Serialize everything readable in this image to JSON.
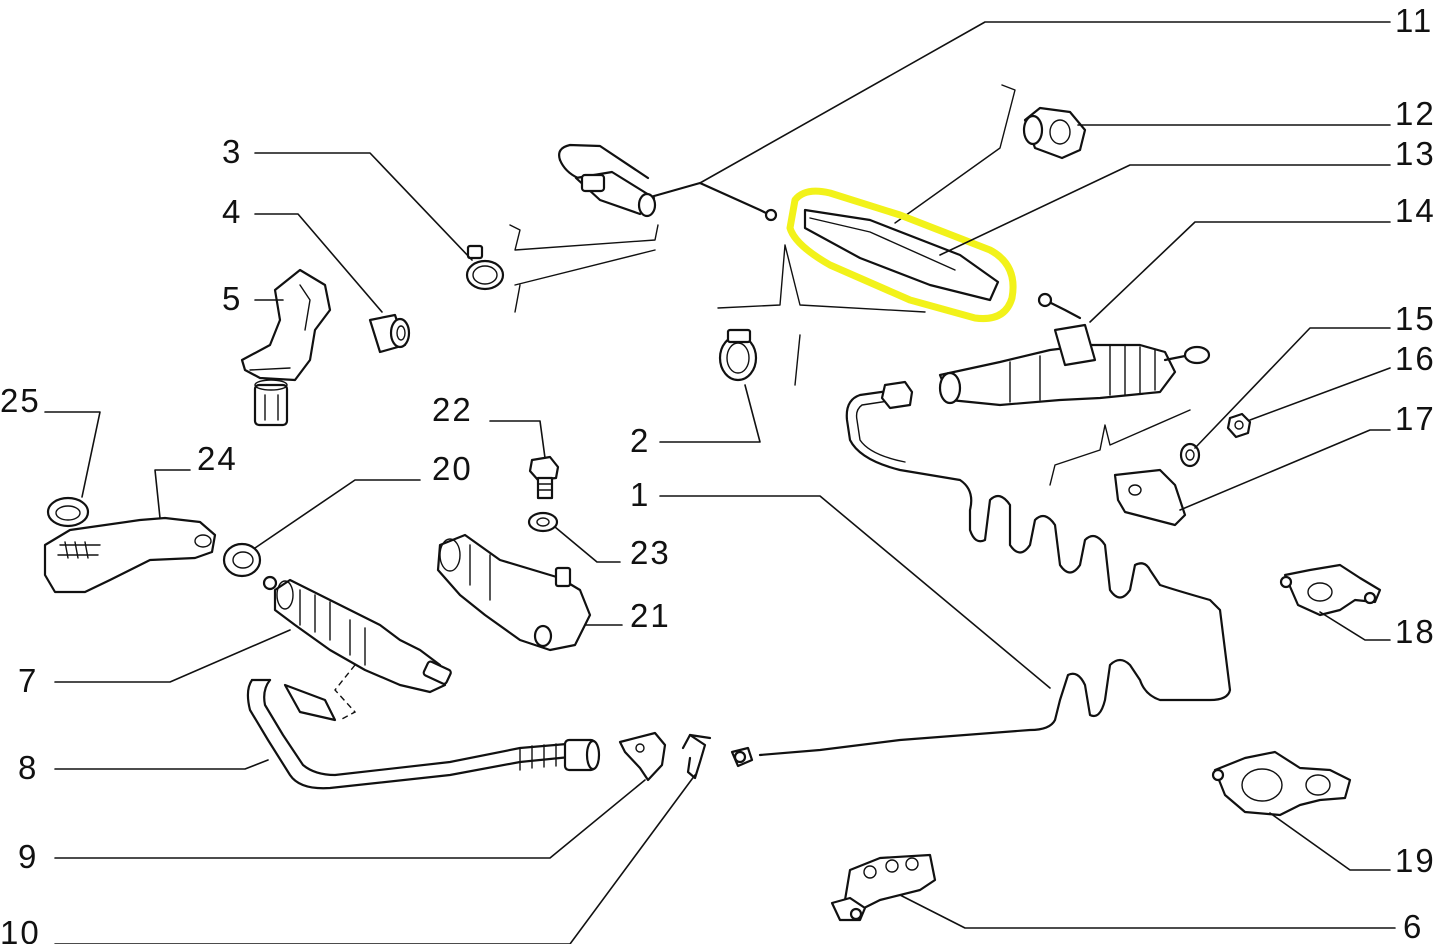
{
  "diagram": {
    "highlight_color": "#f2f21a",
    "callouts": [
      {
        "key": "c1",
        "label": "1"
      },
      {
        "key": "c2",
        "label": "2"
      },
      {
        "key": "c3",
        "label": "3"
      },
      {
        "key": "c4",
        "label": "4"
      },
      {
        "key": "c5",
        "label": "5"
      },
      {
        "key": "c6",
        "label": "6"
      },
      {
        "key": "c7",
        "label": "7"
      },
      {
        "key": "c8",
        "label": "8"
      },
      {
        "key": "c9",
        "label": "9"
      },
      {
        "key": "c10",
        "label": "10"
      },
      {
        "key": "c11",
        "label": "11"
      },
      {
        "key": "c12",
        "label": "12"
      },
      {
        "key": "c13",
        "label": "13"
      },
      {
        "key": "c14",
        "label": "14"
      },
      {
        "key": "c15",
        "label": "15"
      },
      {
        "key": "c16",
        "label": "16"
      },
      {
        "key": "c17",
        "label": "17"
      },
      {
        "key": "c18",
        "label": "18"
      },
      {
        "key": "c19",
        "label": "19"
      },
      {
        "key": "c20",
        "label": "20"
      },
      {
        "key": "c21",
        "label": "21"
      },
      {
        "key": "c22",
        "label": "22"
      },
      {
        "key": "c23",
        "label": "23"
      },
      {
        "key": "c24",
        "label": "24"
      },
      {
        "key": "c25",
        "label": "25"
      }
    ]
  }
}
